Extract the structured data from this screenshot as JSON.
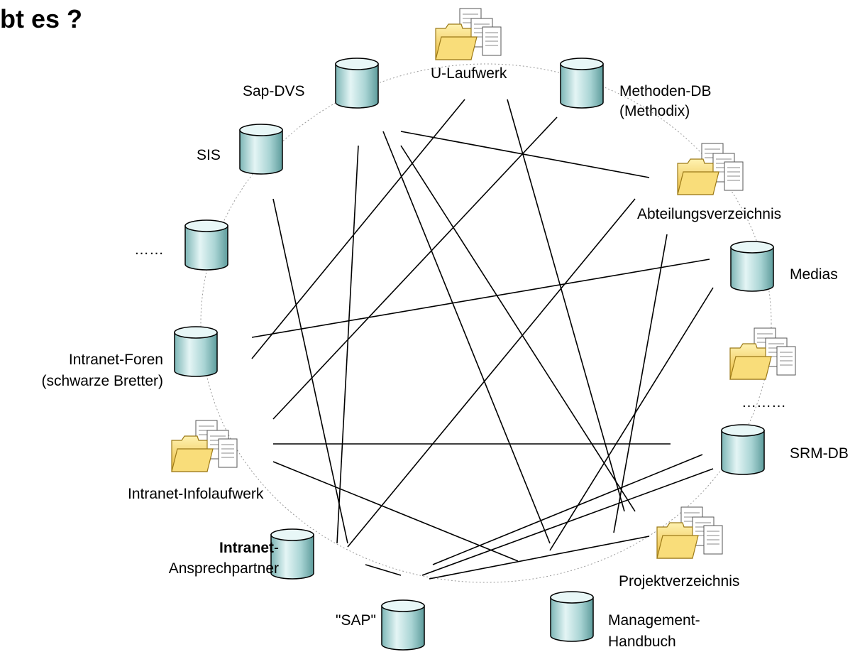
{
  "title": "bt es ?",
  "nodes": {
    "u_laufwerk": "U-Laufwerk",
    "sap_dvs": "Sap-DVS",
    "methoden_db_1": "Methoden-DB",
    "methoden_db_2": "(Methodix)",
    "sis": "SIS",
    "abteilungsverzeichnis": "Abteilungsverzeichnis",
    "dots_left": "……",
    "medias": "Medias",
    "intranet_foren_1": "Intranet-Foren",
    "intranet_foren_2": "(schwarze Bretter)",
    "dots_right": "………",
    "intranet_infolaufwerk": "Intranet-Infolaufwerk",
    "srm_db": "SRM-DB",
    "ansprech_bold": "Intranet",
    "ansprech_rest": "-",
    "ansprech_2": "Ansprechpartner",
    "projektverzeichnis": "Projektverzeichnis",
    "sap": "\"SAP\"",
    "management_1": "Management-",
    "management_2": "Handbuch"
  },
  "icons": {
    "database": "database-cylinder-icon",
    "folder": "folder-with-documents-icon"
  },
  "colors": {
    "cylinder_light": "#d8efef",
    "cylinder_dark": "#7fb9b9",
    "folder": "#f6d66a"
  }
}
